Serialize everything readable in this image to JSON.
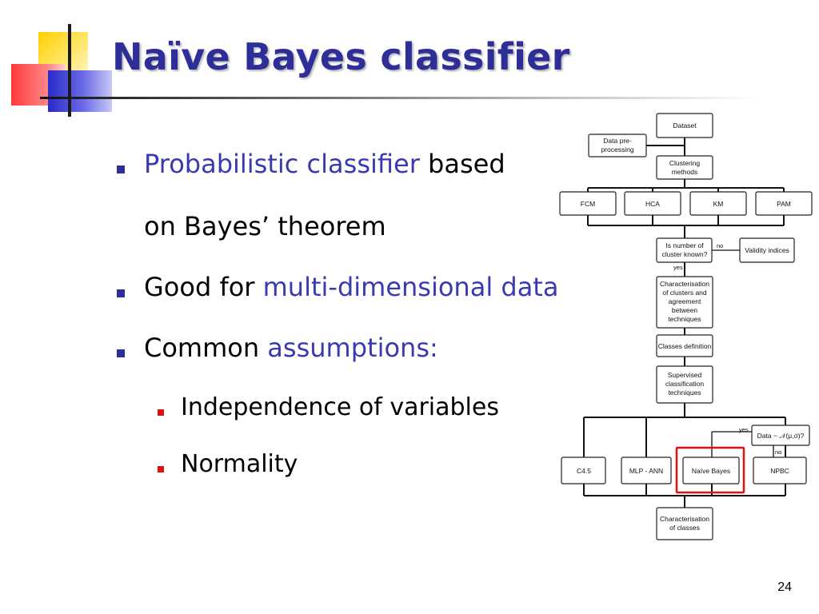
{
  "slide": {
    "title": "Naïve Bayes classifier",
    "page_number": "24"
  },
  "colors": {
    "title": "#2e2e98",
    "highlight": "#3a3ab0",
    "bullet_level1": "#2e2e98",
    "bullet_level2": "#e01010",
    "selected_box": "#e01010"
  },
  "bullets": [
    {
      "line1_highlight": "Probabilistic classifier",
      "line1_rest": " based",
      "line2": "on Bayes’ theorem"
    },
    {
      "plain": "Good for ",
      "highlight": "multi-dimensional data"
    },
    {
      "plain": "Common ",
      "highlight": "assumptions:",
      "sub": [
        "Independence of variables",
        "Normality"
      ]
    }
  ],
  "flowchart": {
    "dataset": "Dataset",
    "preprocessing": [
      "Data pre-",
      "processing"
    ],
    "clustering_methods": [
      "Clustering",
      "methods"
    ],
    "methods": [
      "FCM",
      "HCA",
      "KM",
      "PAM"
    ],
    "cluster_known": [
      "Is number of",
      "cluster known?"
    ],
    "no_label": "no",
    "yes_label": "yes",
    "validity_indices": "Validity indices",
    "characterisation_clusters": [
      "Characterisation",
      "of clusters and",
      "agreement",
      "between",
      "techniques"
    ],
    "classes_definition": "Classes definition",
    "supervised": [
      "Supervised",
      "classification",
      "techniques"
    ],
    "normality_test": "Data ~ 𝒩(μ,σ)?",
    "classifiers": [
      "C4.5",
      "MLP - ANN",
      "Naïve Bayes",
      "NPBC"
    ],
    "characterisation_classes": [
      "Characterisation",
      "of classes"
    ]
  }
}
